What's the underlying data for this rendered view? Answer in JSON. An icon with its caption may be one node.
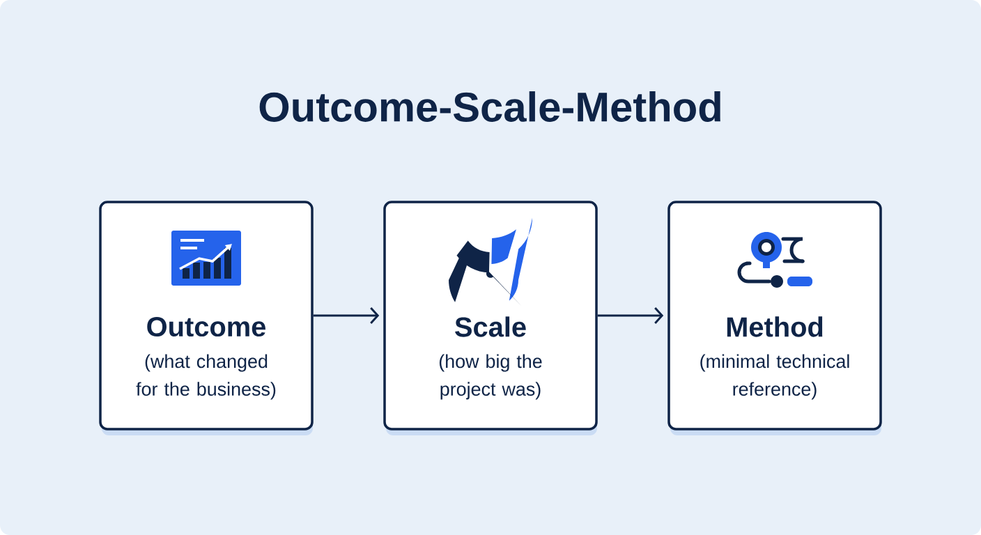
{
  "diagram": {
    "title": "Outcome-Scale-Method",
    "nodes": [
      {
        "text": [
          "Outcome",
          "(what changed for the business)"
        ]
      },
      {
        "text": [
          "Scale",
          "(how big the project was)"
        ]
      },
      {
        "text": [
          "Method",
          "(minimal technical reference)"
        ]
      }
    ],
    "edges": [
      {
        "from": 0,
        "to": 1,
        "arrow": "to"
      },
      {
        "from": 1,
        "to": 2,
        "arrow": "to"
      }
    ]
  }
}
